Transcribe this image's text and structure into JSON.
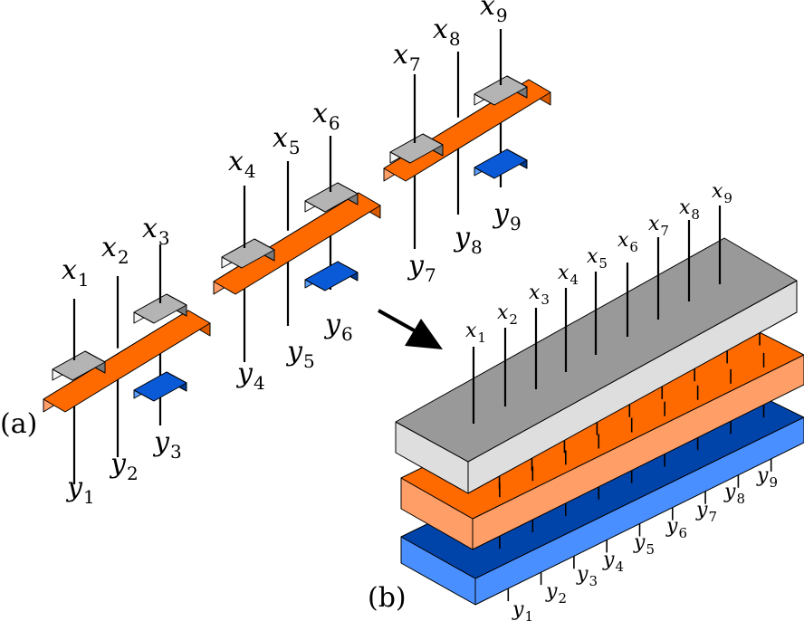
{
  "panel_a": {
    "label": "(a)",
    "x_vars": [
      {
        "base": "x",
        "sub": "1"
      },
      {
        "base": "x",
        "sub": "2"
      },
      {
        "base": "x",
        "sub": "3"
      },
      {
        "base": "x",
        "sub": "4"
      },
      {
        "base": "x",
        "sub": "5"
      },
      {
        "base": "x",
        "sub": "6"
      },
      {
        "base": "x",
        "sub": "7"
      },
      {
        "base": "x",
        "sub": "8"
      },
      {
        "base": "x",
        "sub": "9"
      }
    ],
    "y_vars": [
      {
        "base": "y",
        "sub": "1"
      },
      {
        "base": "y",
        "sub": "2"
      },
      {
        "base": "y",
        "sub": "3"
      },
      {
        "base": "y",
        "sub": "4"
      },
      {
        "base": "y",
        "sub": "5"
      },
      {
        "base": "y",
        "sub": "6"
      },
      {
        "base": "y",
        "sub": "7"
      },
      {
        "base": "y",
        "sub": "8"
      },
      {
        "base": "y",
        "sub": "9"
      }
    ]
  },
  "panel_b": {
    "label": "(b)",
    "x_vars": [
      {
        "base": "x",
        "sub": "1"
      },
      {
        "base": "x",
        "sub": "2"
      },
      {
        "base": "x",
        "sub": "3"
      },
      {
        "base": "x",
        "sub": "4"
      },
      {
        "base": "x",
        "sub": "5"
      },
      {
        "base": "x",
        "sub": "6"
      },
      {
        "base": "x",
        "sub": "7"
      },
      {
        "base": "x",
        "sub": "8"
      },
      {
        "base": "x",
        "sub": "9"
      }
    ],
    "y_vars": [
      {
        "base": "y",
        "sub": "1"
      },
      {
        "base": "y",
        "sub": "2"
      },
      {
        "base": "y",
        "sub": "3"
      },
      {
        "base": "y",
        "sub": "4"
      },
      {
        "base": "y",
        "sub": "5"
      },
      {
        "base": "y",
        "sub": "6"
      },
      {
        "base": "y",
        "sub": "7"
      },
      {
        "base": "y",
        "sub": "8"
      },
      {
        "base": "y",
        "sub": "9"
      }
    ]
  },
  "colors": {
    "orange_top": "#ff6a00",
    "orange_front": "#ff9e66",
    "orange_side": "#d95a00",
    "gray_top": "#999999",
    "gray_front": "#dedede",
    "gray_side": "#7a7a7a",
    "small_gray_top": "#b4b4b4",
    "small_gray_front": "#f4f4f4",
    "blue_top": "#0044aa",
    "blue_front": "#4a8fff",
    "blue_side": "#003a90",
    "small_blue_top": "#0a5ad8",
    "small_blue_front": "#5aa0ff",
    "arrow": "#000000"
  }
}
